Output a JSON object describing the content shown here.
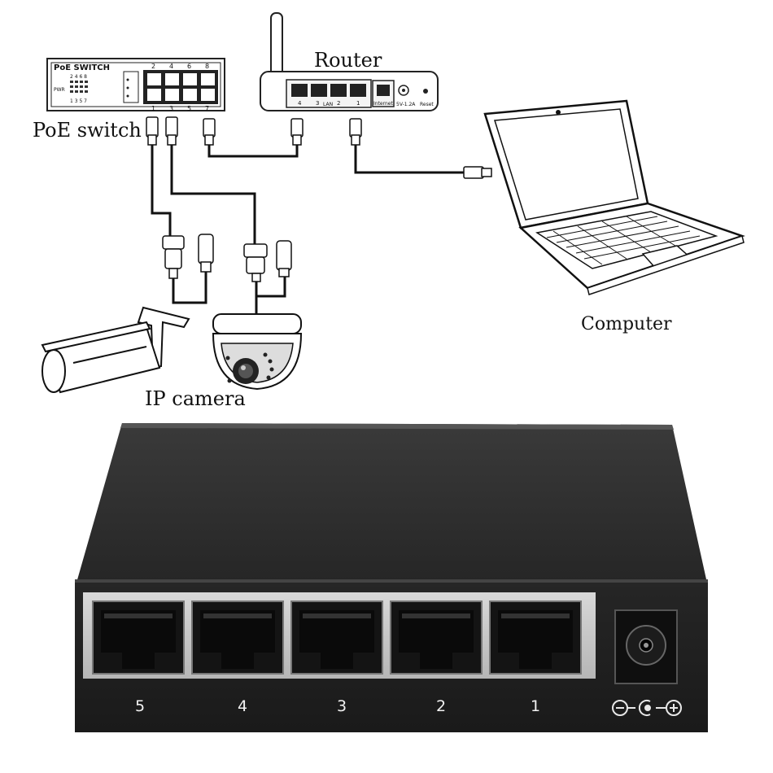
{
  "diagram": {
    "poe_switch": {
      "panel_title": "PoE SWITCH",
      "pwr_label": "PWR",
      "led_top_row": "2 4 6 8",
      "led_bottom_row": "1 3 5 7",
      "port_numbers_top": [
        "2",
        "4",
        "6",
        "8"
      ],
      "port_numbers_bottom": [
        "1",
        "3",
        "5",
        "7"
      ],
      "caption": "PoE switch"
    },
    "router": {
      "caption": "Router",
      "lan_ports": [
        "4",
        "3",
        "2",
        "1"
      ],
      "lan_label": "LAN",
      "internet_label": "Internet",
      "power_label": "5V-1.2A",
      "reset_label": "Reset"
    },
    "computer": {
      "caption": "Computer"
    },
    "camera": {
      "caption": "IP camera"
    }
  },
  "device_photo": {
    "port_labels": [
      "5",
      "4",
      "3",
      "2",
      "1"
    ],
    "colors": {
      "body": "#2e2e2e",
      "panel": "#c9c9c9",
      "port": "#141414"
    }
  }
}
